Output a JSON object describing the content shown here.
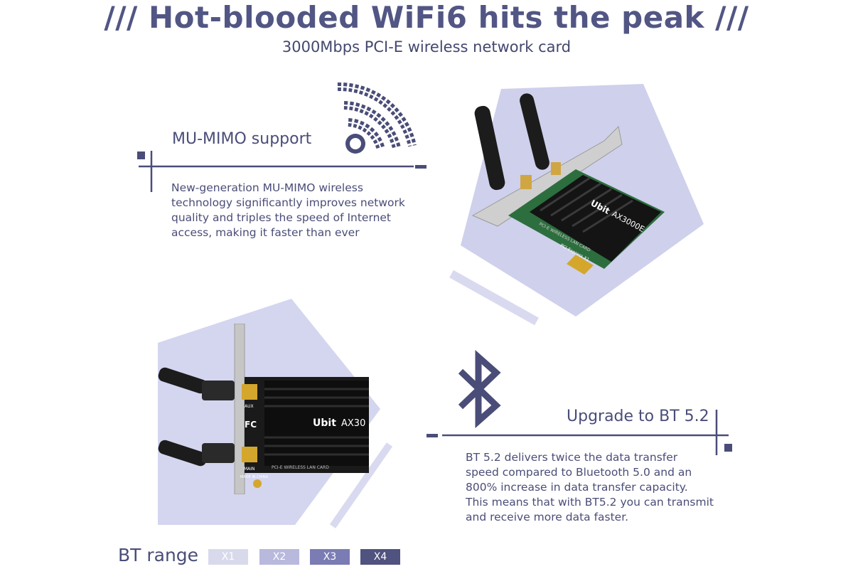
{
  "header": {
    "title": "/// Hot-blooded WiFi6 hits the peak ///",
    "subtitle": "3000Mbps PCI-E wireless network card"
  },
  "features": {
    "mumimo": {
      "heading": "MU-MIMO support",
      "lines": [
        "New-generation MU-MIMO wireless",
        "technology significantly improves network",
        "quality and triples the speed of Internet",
        "access, making it faster than ever"
      ]
    },
    "bt": {
      "heading": "Upgrade to BT 5.2",
      "lines": [
        "BT 5.2 delivers twice the data transfer",
        "speed compared to Bluetooth 5.0 and an",
        "800% increase in data transfer capacity.",
        "This means that with BT5.2 you can transmit",
        "and receive more data faster."
      ]
    }
  },
  "product": {
    "brand": "Ubit",
    "model": "AX3000E",
    "model_partial": "AX30",
    "board_text": "PCI-E WIRELESS LAN CARD",
    "interface_text": "PCI-Express X1",
    "aux_label": "AUX",
    "main_label": "MAIN",
    "fc_mark": "FC",
    "made_in": "MADE IN CHINA"
  },
  "bt_range": {
    "label": "BT range",
    "levels": [
      {
        "label": "X1",
        "color": "#d9d9ec"
      },
      {
        "label": "X2",
        "color": "#b8b9dc"
      },
      {
        "label": "X3",
        "color": "#7a7cb3"
      },
      {
        "label": "X4",
        "color": "#50527f"
      }
    ]
  },
  "colors": {
    "accent": "#4a4d78",
    "lavender": "#cfd0ec",
    "lavender_light": "#d8d9f0"
  }
}
